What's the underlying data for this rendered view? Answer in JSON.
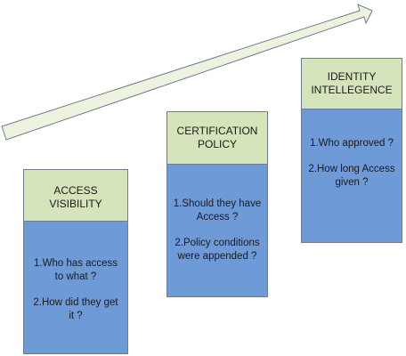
{
  "columns": [
    {
      "title_lines": [
        "ACCESS",
        "VISIBILITY"
      ],
      "items": [
        [
          "1.Who has access",
          "to what ?"
        ],
        [
          "2.How did they get",
          "it ?"
        ]
      ]
    },
    {
      "title_lines": [
        "CERTIFICATION",
        "POLICY"
      ],
      "items": [
        [
          "1.Should they have",
          "Access ?"
        ],
        [
          "2.Policy conditions",
          "were appended ?"
        ]
      ]
    },
    {
      "title_lines": [
        "IDENTITY",
        "INTELLEGENCE"
      ],
      "items": [
        [
          "1.Who approved ?"
        ],
        [
          "2.How long Access",
          "given ?"
        ]
      ]
    }
  ],
  "colors": {
    "header_fill": "#d6e4bc",
    "body_fill": "#6f9ad8",
    "arrow_fill": "#eef3e0",
    "outline": "#6f7d8c"
  }
}
